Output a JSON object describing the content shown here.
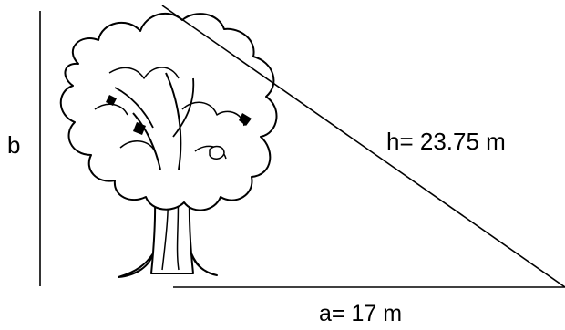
{
  "labels": {
    "b": "b",
    "h": "h= 23.75 m",
    "a": "a= 17 m"
  },
  "colors": {
    "line": "#000000",
    "background": "#ffffff",
    "tree_fill": "#ffffff"
  },
  "icons": {
    "tree": "tree-illustration-icon"
  }
}
